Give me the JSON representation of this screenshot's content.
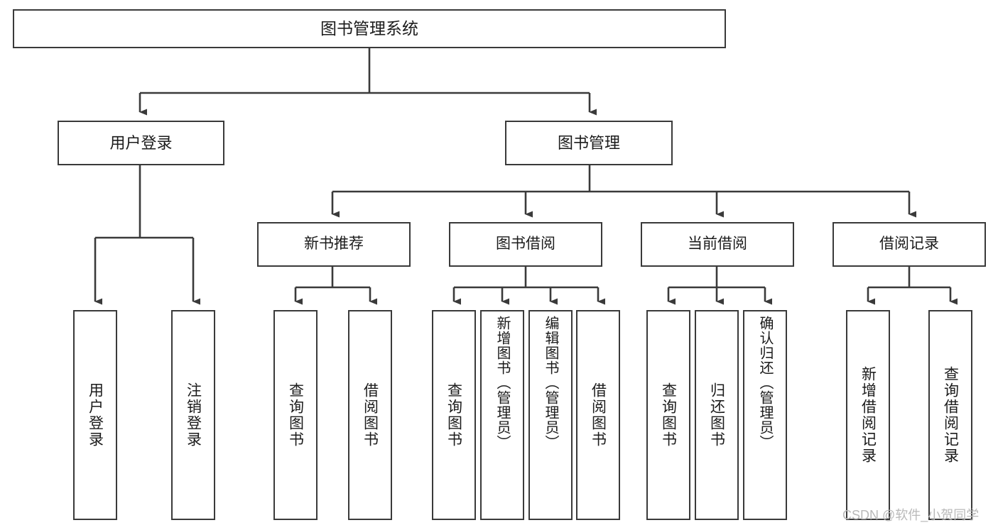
{
  "diagram": {
    "type": "tree-hierarchy",
    "title": "图书管理系统",
    "watermark": "CSDN @软件_小贺同学",
    "colors": {
      "stroke": "#3a3a3a",
      "fill": "#ffffff",
      "text": "#1b1b1b",
      "watermark": "#b9b9b9"
    },
    "nodes": {
      "root": {
        "label": "图书管理系统"
      },
      "level2": [
        {
          "id": "user-login",
          "label": "用户登录"
        },
        {
          "id": "book-management",
          "label": "图书管理"
        }
      ],
      "level3": [
        {
          "id": "new-book-recommend",
          "label": "新书推荐"
        },
        {
          "id": "book-borrow",
          "label": "图书借阅"
        },
        {
          "id": "current-borrow",
          "label": "当前借阅"
        },
        {
          "id": "borrow-record",
          "label": "借阅记录"
        }
      ],
      "leaves": {
        "user_login": [
          {
            "id": "leaf-user-login",
            "label": "用户登录"
          },
          {
            "id": "leaf-logout-login",
            "label": "注销登录"
          }
        ],
        "new_book_recommend": [
          {
            "id": "leaf-query-book-1",
            "label": "查询图书"
          },
          {
            "id": "leaf-borrow-book-1",
            "label": "借阅图书"
          }
        ],
        "book_borrow": [
          {
            "id": "leaf-query-book-2",
            "label": "查询图书"
          },
          {
            "id": "leaf-add-book-admin",
            "label": "新增图书（管理员）"
          },
          {
            "id": "leaf-edit-book-admin",
            "label": "编辑图书（管理员）"
          },
          {
            "id": "leaf-borrow-book-2",
            "label": "借阅图书"
          }
        ],
        "current_borrow": [
          {
            "id": "leaf-query-book-3",
            "label": "查询图书"
          },
          {
            "id": "leaf-return-book",
            "label": "归还图书"
          },
          {
            "id": "leaf-confirm-return-admin",
            "label": "确认归还（管理员）"
          }
        ],
        "borrow_record": [
          {
            "id": "leaf-add-borrow-record",
            "label": "新增借阅记录"
          },
          {
            "id": "leaf-query-borrow-record",
            "label": "查询借阅记录"
          }
        ]
      }
    }
  }
}
